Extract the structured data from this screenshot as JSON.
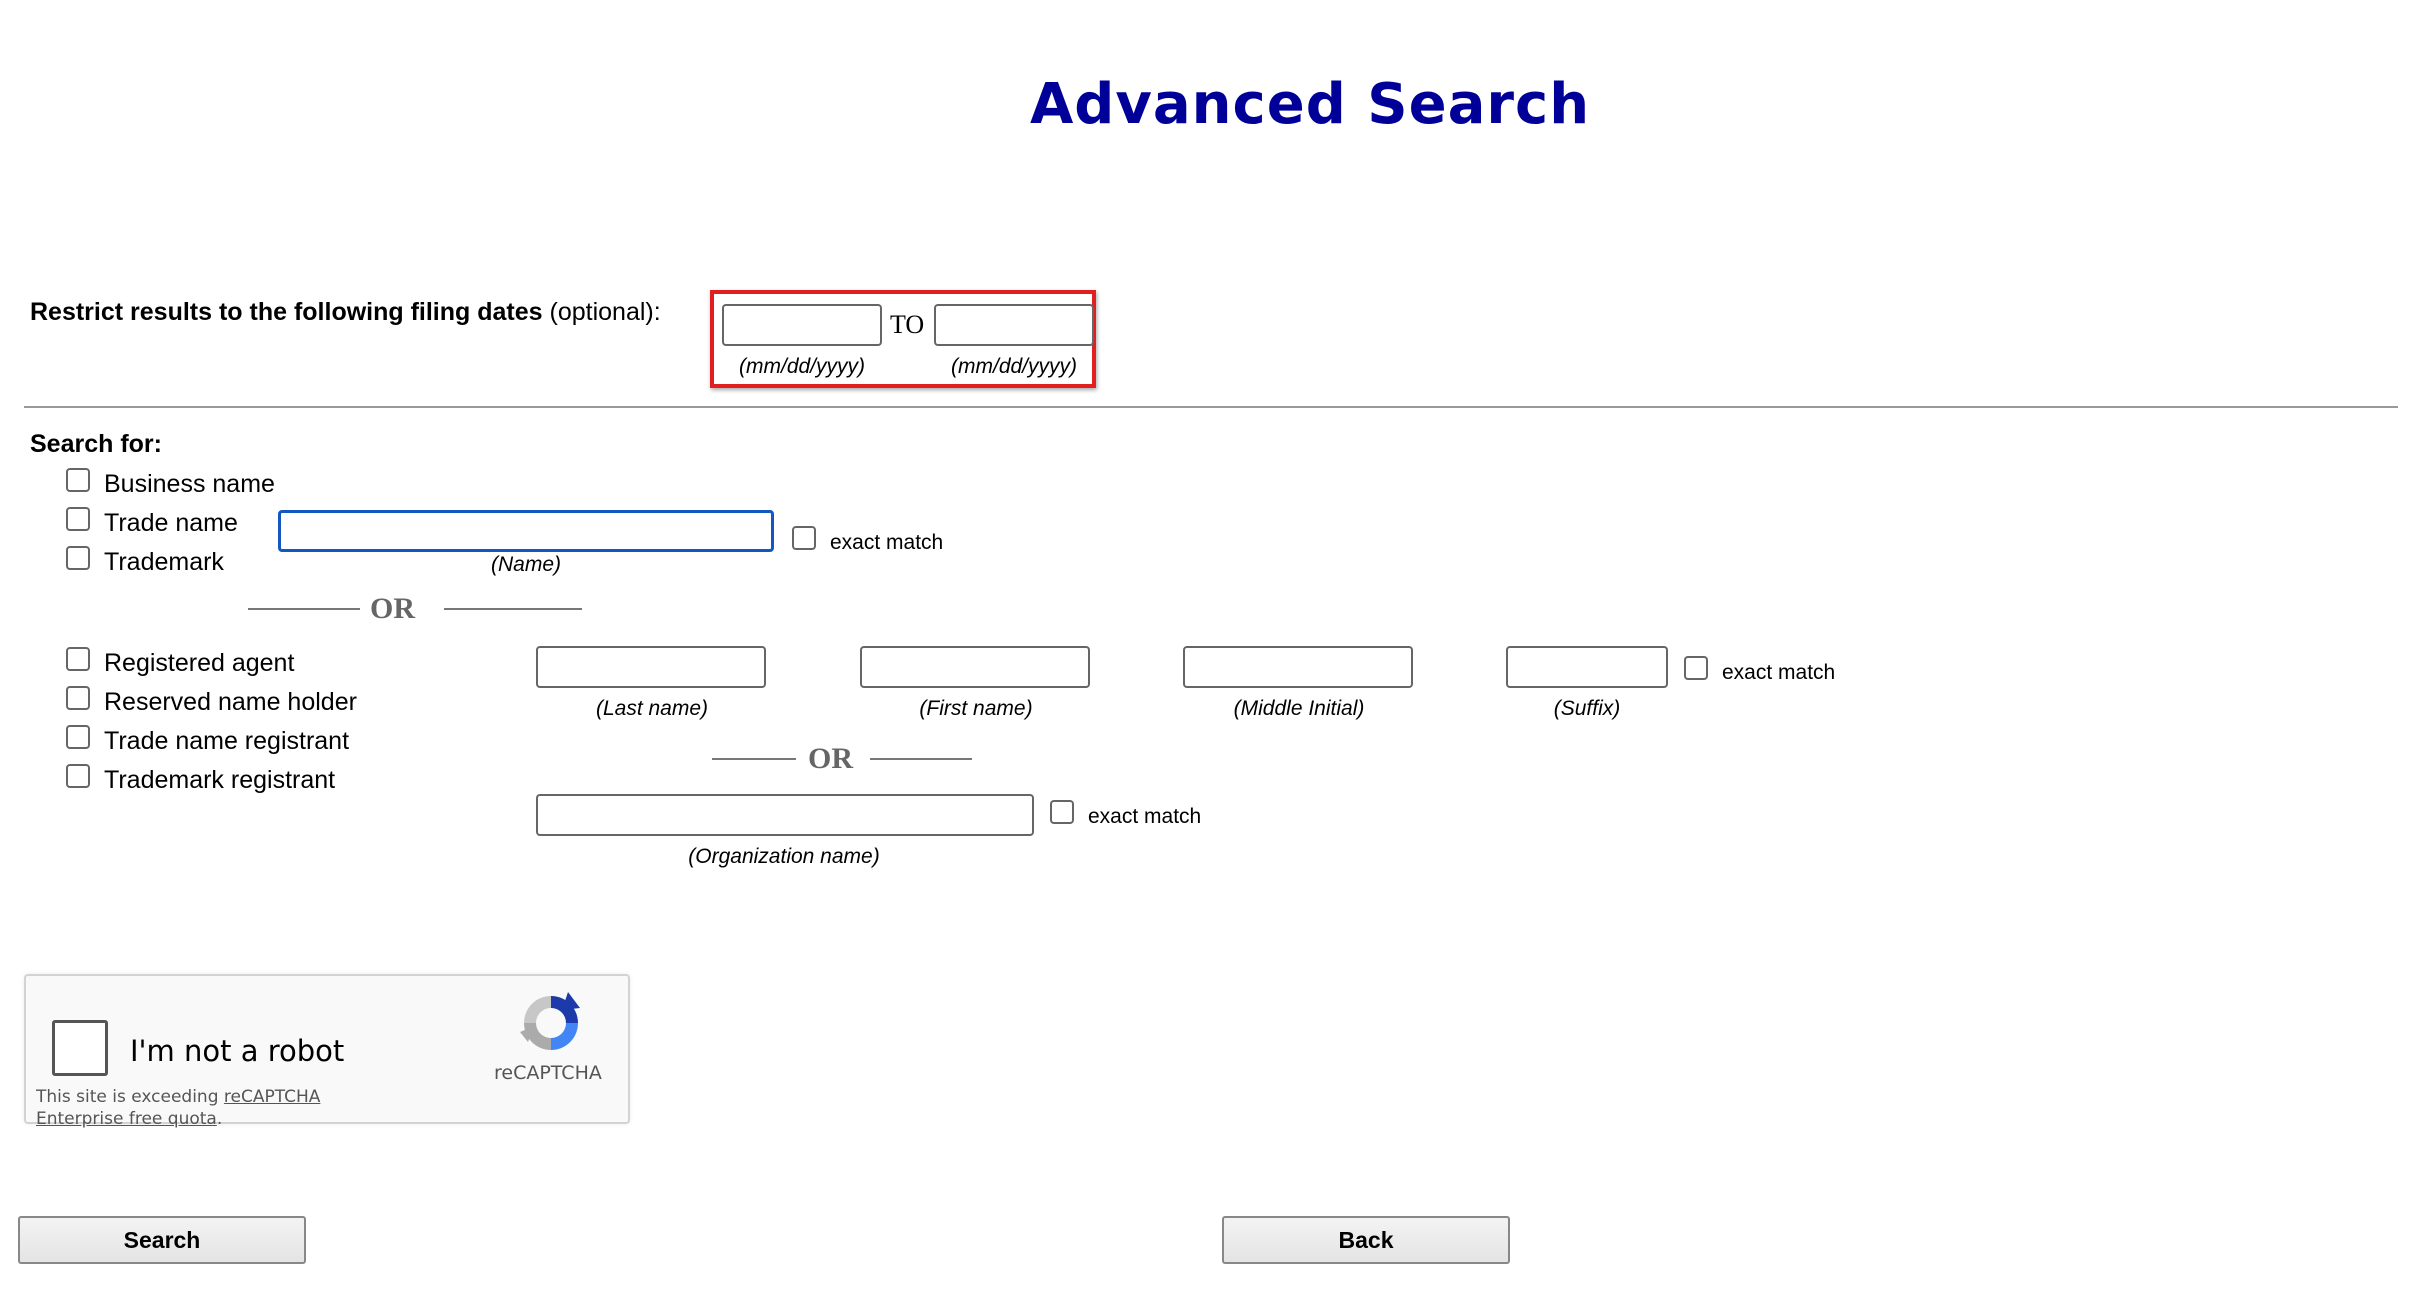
{
  "page": {
    "title": "Advanced Search"
  },
  "dates": {
    "label_bold": "Restrict results to the following filing dates",
    "label_rest": " (optional):",
    "from_value": "",
    "to_value": "",
    "separator": "TO",
    "from_hint": "(mm/dd/yyyy)",
    "to_hint": "(mm/dd/yyyy)"
  },
  "search_for": {
    "heading": "Search for:",
    "group1": {
      "options": [
        "Business name",
        "Trade name",
        "Trademark"
      ],
      "name_value": "",
      "name_hint": "(Name)",
      "exact_label": "exact match"
    },
    "or_label": "OR",
    "group2": {
      "options": [
        "Registered agent",
        "Reserved name holder",
        "Trade name registrant",
        "Trademark registrant"
      ],
      "last_hint": "(Last name)",
      "first_hint": "(First name)",
      "middle_hint": "(Middle Initial)",
      "suffix_hint": "(Suffix)",
      "exact_label": "exact match",
      "or_label": "OR",
      "org_hint": "(Organization name)",
      "org_exact_label": "exact match"
    }
  },
  "captcha": {
    "label": "I'm not a robot",
    "brand": "reCAPTCHA",
    "note_prefix": "This site is exceeding ",
    "note_link1": "reCAPTCHA",
    "note_link2": "Enterprise free quota",
    "note_suffix": "."
  },
  "buttons": {
    "search": "Search",
    "back": "Back"
  },
  "colors": {
    "title": "#000099",
    "highlight": "#e02020",
    "focus": "#1357c0"
  }
}
